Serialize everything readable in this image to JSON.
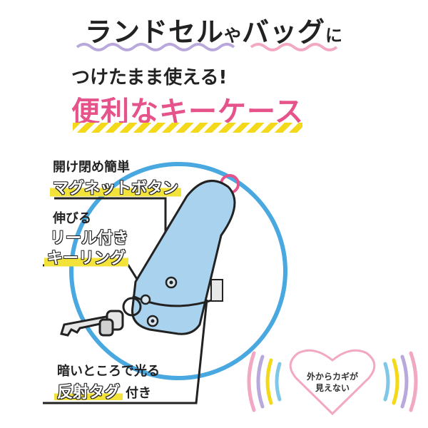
{
  "headline": {
    "part1": "ランドセル",
    "conj1": "や",
    "part2": "バッグ",
    "conj2": "に"
  },
  "subtitle": "つけたまま使える!",
  "product_name": "便利なキーケース",
  "callouts": {
    "magnet": {
      "line1": "開け閉め簡単",
      "line2": "マグネットボタン"
    },
    "reel": {
      "line1": "伸びる",
      "line2": "リール付き",
      "line3": "キーリング"
    },
    "reflect": {
      "line1": "暗いところで光る",
      "line2": "反射タグ",
      "line3": "付き"
    }
  },
  "note": {
    "line1": "外からカギが",
    "line2": "見えない"
  },
  "colors": {
    "pink": "#e6538a",
    "lavender": "#b8a8dc",
    "yellow": "#f3d91a",
    "case_blue": "#a9d2ee",
    "ring_blue": "#4aa8e0"
  }
}
